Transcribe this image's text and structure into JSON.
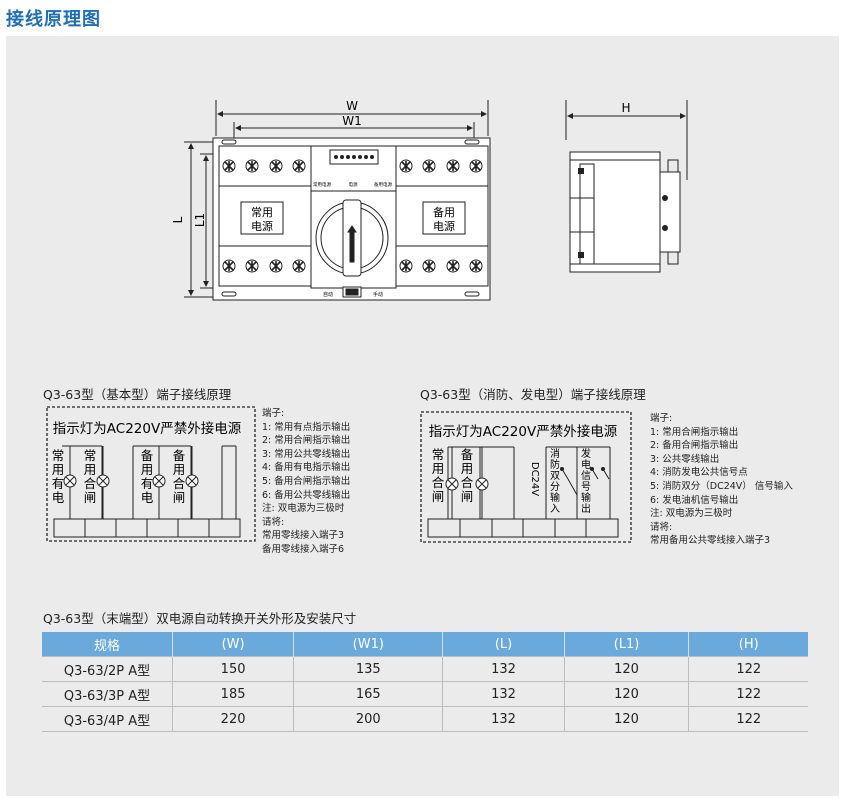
{
  "title": "接线原理图",
  "drawing": {
    "dim_w": "W",
    "dim_w1": "W1",
    "dim_l": "L",
    "dim_l1": "L1",
    "dim_h": "H",
    "label_normal_l1": "常用",
    "label_normal_l2": "电源",
    "label_standby_l1": "备用",
    "label_standby_l2": "电源",
    "ind_normal": "常用电源",
    "ind_power": "电源",
    "ind_standby": "备用电源",
    "auto": "自动",
    "manual": "手动"
  },
  "basic": {
    "caption": "Q3-63型（基本型）端子接线原理",
    "warning": "指示灯为AC220V严禁外接电源",
    "col1": [
      "常",
      "用",
      "有",
      "电"
    ],
    "col2": [
      "常",
      "用",
      "合",
      "闸"
    ],
    "col3": [
      "备",
      "用",
      "有",
      "电"
    ],
    "col4": [
      "备",
      "用",
      "合",
      "闸"
    ],
    "notes": [
      "端子:",
      "1:  常用有点指示输出",
      "2:  常用合闸指示输出",
      "3:  常用公共零线输出",
      "4:  备用有电指示输出",
      "5:  备用合闸指示输出",
      "6:  备用公共零线输出",
      "注:  双电源为三极时",
      "请将:",
      "常用零线接入端子3",
      "备用零线接入端子6"
    ]
  },
  "fire": {
    "caption": "Q3-63型（消防、发电型）端子接线原理",
    "warning": "指示灯为AC220V严禁外接电源",
    "col1": [
      "常",
      "用",
      "合",
      "闸"
    ],
    "col2": [
      "备",
      "用",
      "合",
      "闸"
    ],
    "col3": [
      "消",
      "防",
      "双",
      "分",
      "输",
      "入"
    ],
    "col4": [
      "发",
      "电",
      "信",
      "号",
      "输",
      "出"
    ],
    "dc": "DC24V",
    "notes": [
      "端子:",
      "1:  常用合闸指示输出",
      "2:  备用合闸指示输出",
      "3:  公共零线输出",
      "4:  消防发电公共信号点",
      "5:  消防双分（DC24V） 信号输入",
      "6:  发电油机信号输出",
      "注:  双电源为三极时",
      "请将:",
      "常用备用公共零线接入端子3"
    ]
  },
  "table": {
    "caption": "Q3-63型（末端型）双电源自动转换开关外形及安装尺寸",
    "headers": [
      "规格",
      "(W)",
      "(W1)",
      "(L)",
      "(L1)",
      "(H)"
    ],
    "rows": [
      [
        "Q3-63/2P A型",
        "150",
        "135",
        "132",
        "120",
        "122"
      ],
      [
        "Q3-63/3P A型",
        "185",
        "165",
        "132",
        "120",
        "122"
      ],
      [
        "Q3-63/4P A型",
        "220",
        "200",
        "132",
        "120",
        "122"
      ]
    ]
  }
}
